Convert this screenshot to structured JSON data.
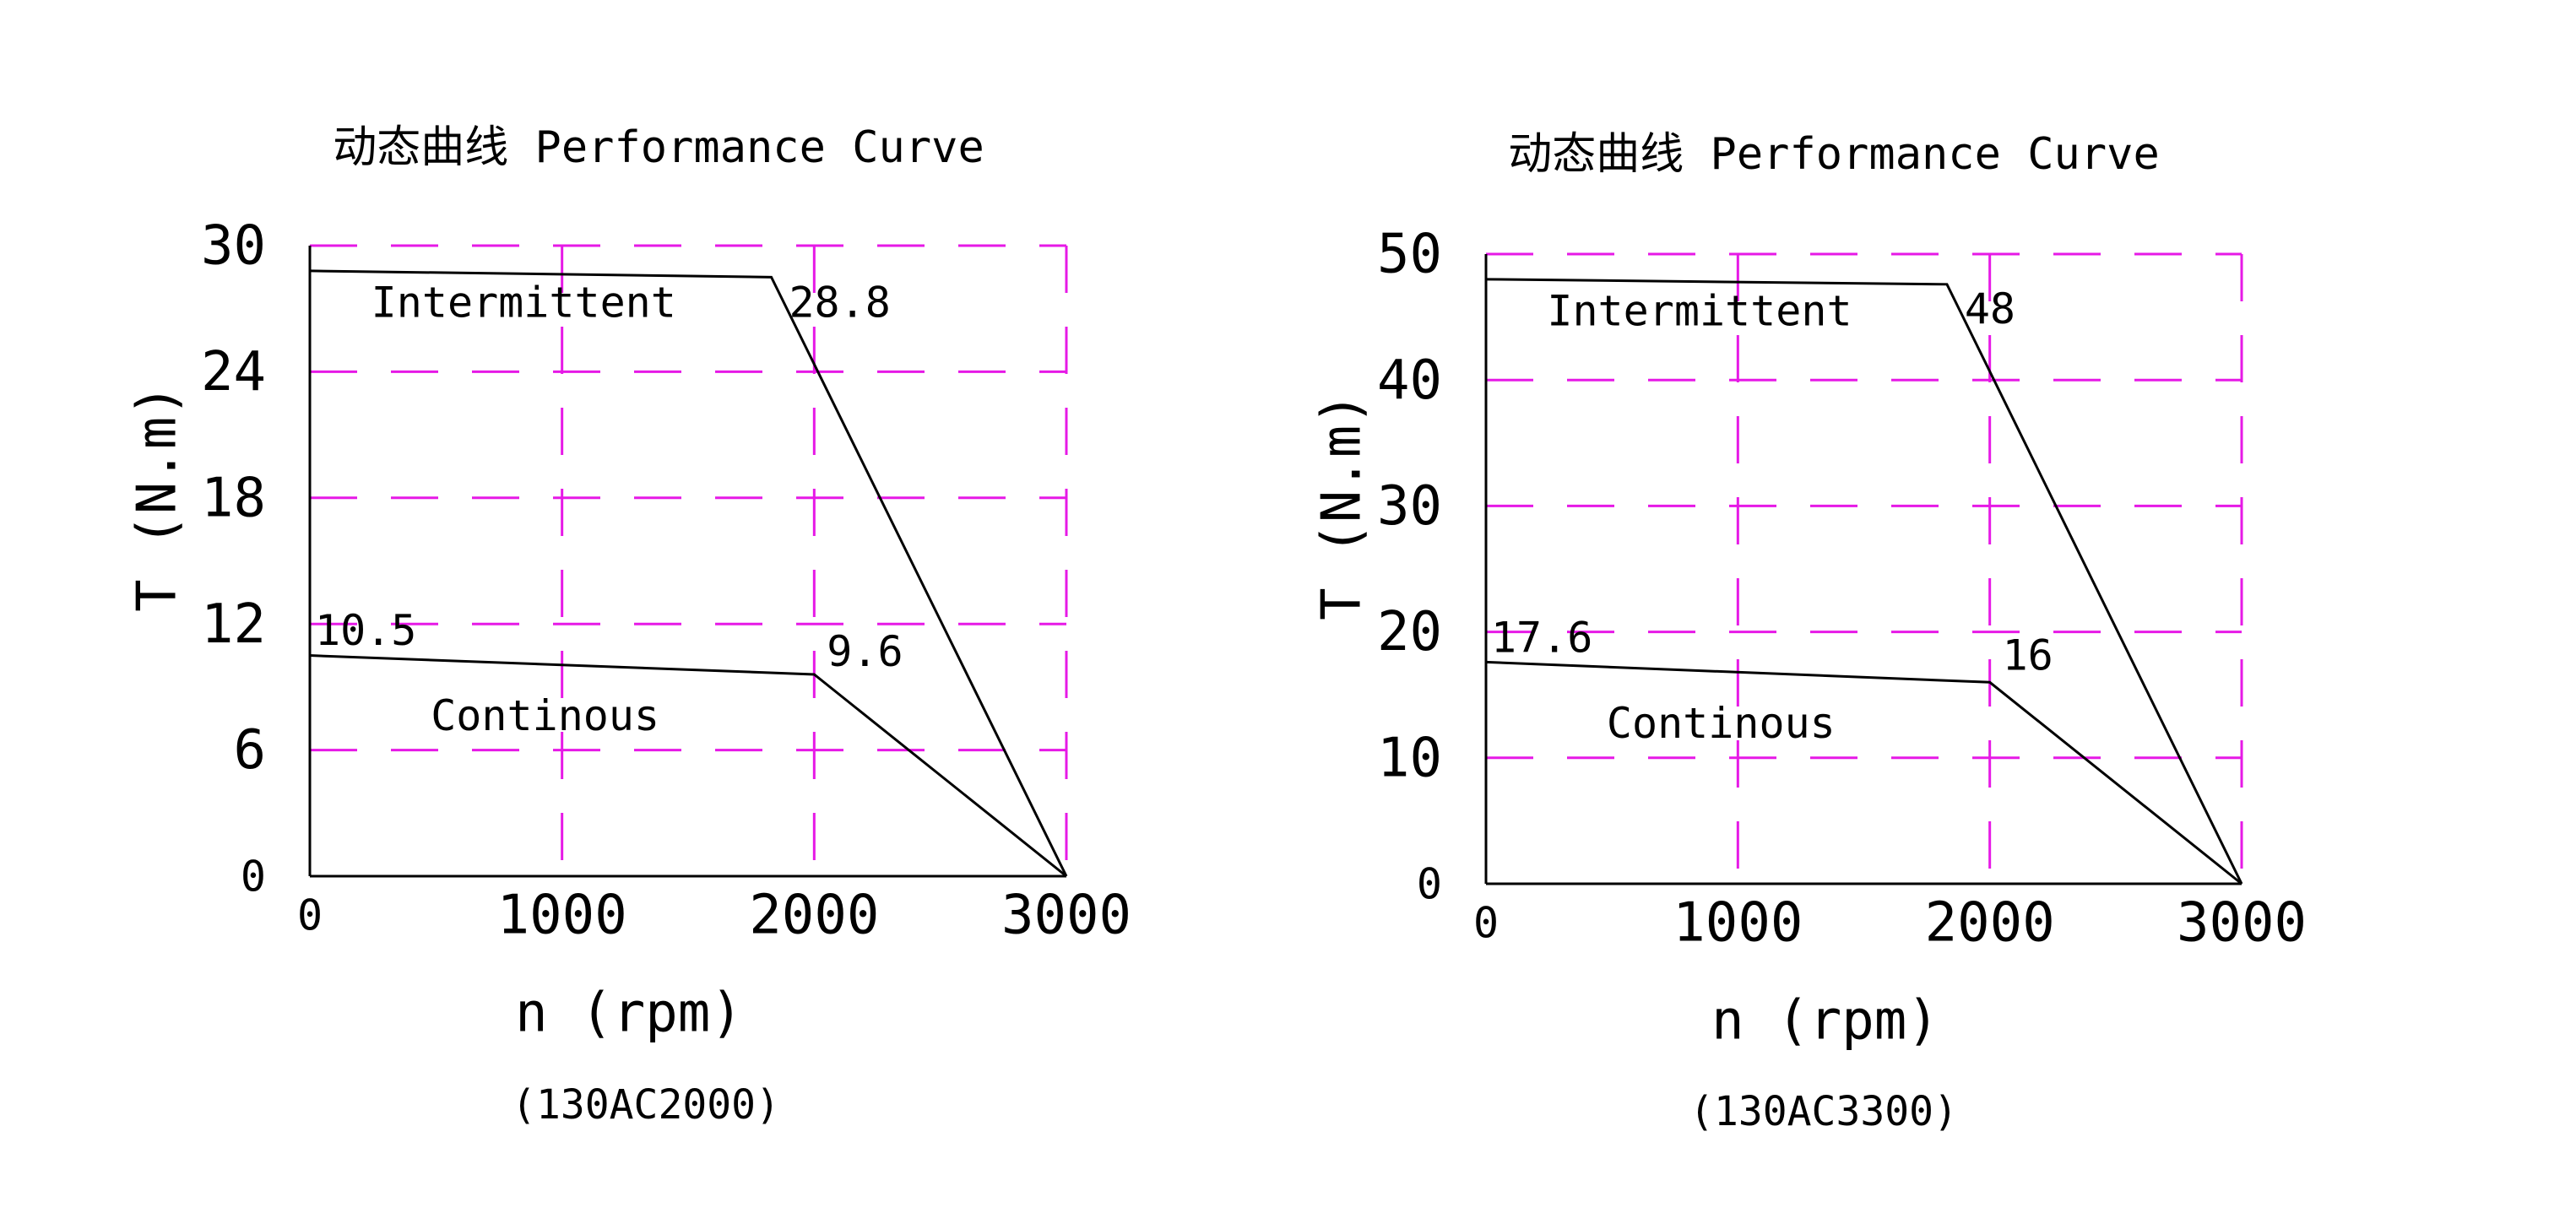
{
  "chart_data": [
    {
      "type": "line",
      "title": "动态曲线  Performance Curve",
      "xlabel": "n (rpm)",
      "ylabel": "T (N.m)",
      "caption": "(130AC2000)",
      "xlim": [
        0,
        3000
      ],
      "ylim": [
        0,
        30
      ],
      "x_ticks": [
        0,
        1000,
        2000,
        3000
      ],
      "y_ticks": [
        0,
        6,
        12,
        18,
        24,
        30
      ],
      "x_tick_labels": [
        "0",
        "1000",
        "2000",
        "3000"
      ],
      "y_tick_labels": [
        "0",
        "6",
        "12",
        "18",
        "24",
        "30"
      ],
      "grid": true,
      "series": [
        {
          "name": "Intermittent",
          "x": [
            0,
            1830,
            3000
          ],
          "y": [
            28.8,
            28.5,
            0
          ]
        },
        {
          "name": "Continous",
          "x": [
            0,
            2000,
            3000
          ],
          "y": [
            10.5,
            9.6,
            0
          ]
        }
      ],
      "annotations": [
        {
          "text": "28.8",
          "x": 1900,
          "y": 26.6
        },
        {
          "text": "10.5",
          "x": 20,
          "y": 11.0
        },
        {
          "text": "9.6",
          "x": 2050,
          "y": 10.0
        }
      ]
    },
    {
      "type": "line",
      "title": "动态曲线  Performance Curve",
      "xlabel": "n (rpm)",
      "ylabel": "T (N.m)",
      "caption": "(130AC3300)",
      "xlim": [
        0,
        3000
      ],
      "ylim": [
        0,
        50
      ],
      "x_ticks": [
        0,
        1000,
        2000,
        3000
      ],
      "y_ticks": [
        0,
        10,
        20,
        30,
        40,
        50
      ],
      "x_tick_labels": [
        "0",
        "1000",
        "2000",
        "3000"
      ],
      "y_tick_labels": [
        "0",
        "10",
        "20",
        "30",
        "40",
        "50"
      ],
      "grid": true,
      "series": [
        {
          "name": "Intermittent",
          "x": [
            0,
            1830,
            3000
          ],
          "y": [
            48,
            47.6,
            0
          ]
        },
        {
          "name": "Continous",
          "x": [
            0,
            2000,
            3000
          ],
          "y": [
            17.6,
            16,
            0
          ]
        }
      ],
      "annotations": [
        {
          "text": "48",
          "x": 1900,
          "y": 44.5
        },
        {
          "text": "17.6",
          "x": 20,
          "y": 18.4
        },
        {
          "text": "16",
          "x": 2050,
          "y": 17.0
        }
      ]
    }
  ]
}
